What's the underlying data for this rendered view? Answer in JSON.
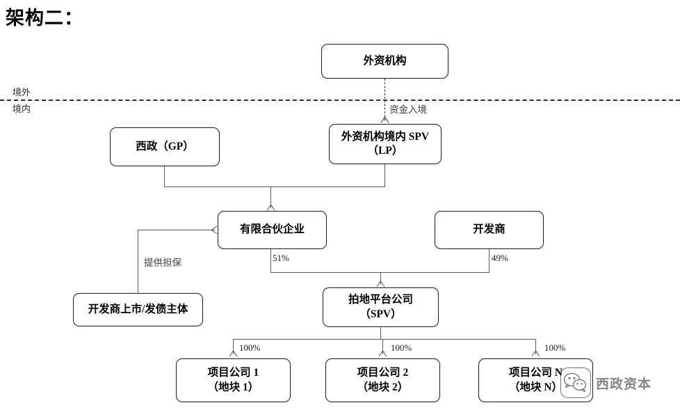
{
  "title": "架构二：",
  "border": {
    "outside_label": "境外",
    "inside_label": "境内"
  },
  "nodes": {
    "foreign_institution": {
      "line1": "外资机构"
    },
    "onshore_spv": {
      "line1": "外资机构境内 SPV",
      "line2": "（LP）"
    },
    "xizheng_gp": {
      "line1": "西政（GP）"
    },
    "limited_partnership": {
      "line1": "有限合伙企业"
    },
    "developer": {
      "line1": "开发商"
    },
    "developer_listed_entity": {
      "line1": "开发商上市/发债主体"
    },
    "land_platform_spv": {
      "line1": "拍地平台公司",
      "line2": "（SPV）"
    },
    "project_company_1": {
      "line1": "项目公司 1",
      "line2": "（地块 1）"
    },
    "project_company_2": {
      "line1": "项目公司 2",
      "line2": "（地块 2）"
    },
    "project_company_n": {
      "line1": "项目公司 N",
      "line2": "（地块 N）"
    }
  },
  "edges": {
    "capital_inflow": "资金入境",
    "provide_guarantee": "提供担保",
    "partnership_share": "51%",
    "developer_share": "49%",
    "project_1_share": "100%",
    "project_2_share": "100%",
    "project_n_share": "100%"
  },
  "watermark": {
    "text": "西政资本",
    "icon": "wechat-icon"
  },
  "colors": {
    "box_border": "#1a1a1a",
    "connector": "#595959",
    "divider": "#2b2b2b",
    "label": "#3f3f3f",
    "background": "#ffffff"
  }
}
